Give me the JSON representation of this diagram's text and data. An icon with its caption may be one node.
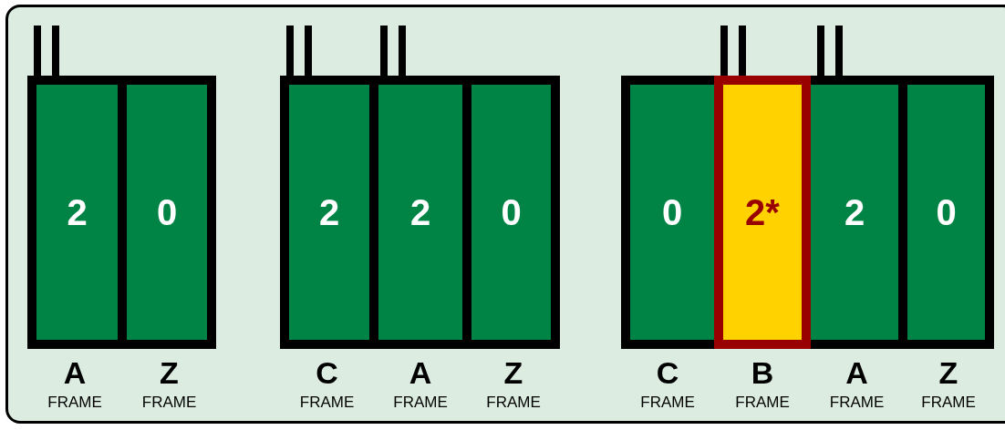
{
  "diagram": {
    "nodes": [
      {
        "text": [
          "2"
        ],
        "beside": [
          "A",
          "FRAME"
        ]
      },
      {
        "text": [
          "0"
        ],
        "beside": [
          "Z",
          "FRAME"
        ]
      },
      {
        "text": [
          "2"
        ],
        "beside": [
          "C",
          "FRAME"
        ]
      },
      {
        "text": [
          "2"
        ],
        "beside": [
          "A",
          "FRAME"
        ]
      },
      {
        "text": [
          "0"
        ],
        "beside": [
          "Z",
          "FRAME"
        ]
      },
      {
        "text": [
          "0"
        ],
        "beside": [
          "C",
          "FRAME"
        ]
      },
      {
        "text": [
          "2*"
        ],
        "beside": [
          "B",
          "FRAME"
        ]
      },
      {
        "text": [
          "2"
        ],
        "beside": [
          "A",
          "FRAME"
        ]
      },
      {
        "text": [
          "0"
        ],
        "beside": [
          "Z",
          "FRAME"
        ]
      }
    ]
  }
}
